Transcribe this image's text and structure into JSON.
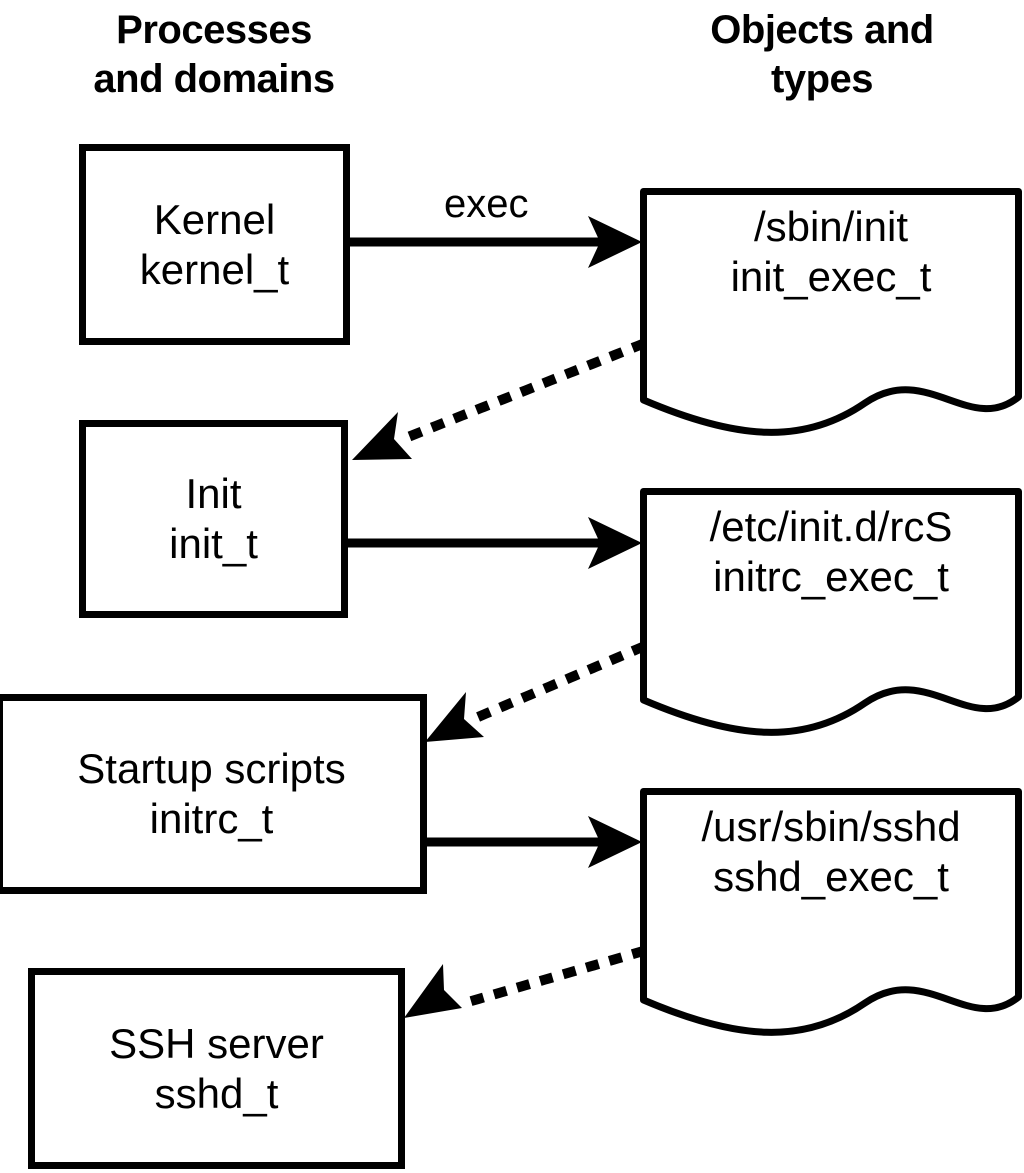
{
  "diagram": {
    "title_columns": {
      "left": "Processes\nand domains",
      "right": "Objects and\ntypes"
    },
    "headings": {
      "left_line1": "Processes",
      "left_line2": "and domains",
      "right_line1": "Objects and",
      "right_line2": "types"
    },
    "colors": {
      "stroke": "#000000",
      "fill": "#ffffff",
      "text": "#000000"
    },
    "process_nodes": [
      {
        "id": "kernel",
        "name": "Kernel",
        "type": "kernel_t"
      },
      {
        "id": "init",
        "name": "Init",
        "type": "init_t"
      },
      {
        "id": "initrc",
        "name": "Startup scripts",
        "type": "initrc_t"
      },
      {
        "id": "sshd",
        "name": "SSH server",
        "type": "sshd_t"
      }
    ],
    "object_nodes": [
      {
        "id": "init_exec",
        "path": "/sbin/init",
        "type": "init_exec_t"
      },
      {
        "id": "initrc_exec",
        "path": "/etc/init.d/rcS",
        "type": "initrc_exec_t"
      },
      {
        "id": "sshd_exec",
        "path": "/usr/sbin/sshd",
        "type": "sshd_exec_t"
      }
    ],
    "edges": [
      {
        "id": "e1",
        "from": "kernel",
        "to": "init_exec",
        "style": "solid",
        "label": "exec"
      },
      {
        "id": "e2",
        "from": "init_exec",
        "to": "init",
        "style": "dotted",
        "label": ""
      },
      {
        "id": "e3",
        "from": "init",
        "to": "initrc_exec",
        "style": "solid",
        "label": ""
      },
      {
        "id": "e4",
        "from": "initrc_exec",
        "to": "initrc",
        "style": "dotted",
        "label": ""
      },
      {
        "id": "e5",
        "from": "initrc",
        "to": "sshd_exec",
        "style": "solid",
        "label": ""
      },
      {
        "id": "e6",
        "from": "sshd_exec",
        "to": "sshd",
        "style": "dotted",
        "label": ""
      }
    ],
    "edge_labels": {
      "exec": "exec"
    }
  }
}
